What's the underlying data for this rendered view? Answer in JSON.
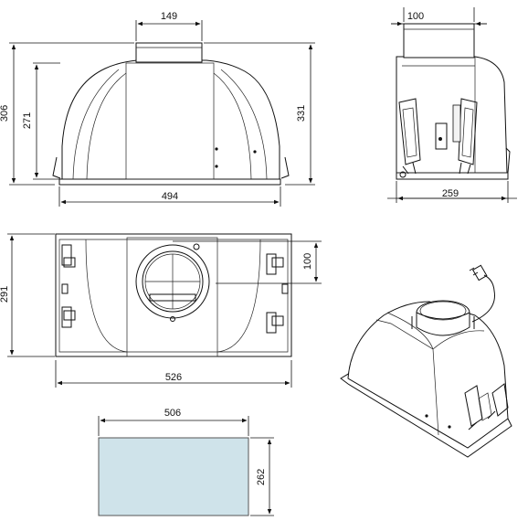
{
  "dimensions": {
    "front_collar_width": "149",
    "front_inner_height": "271",
    "front_total_height": "306",
    "front_right_height": "331",
    "front_base_width": "494",
    "side_collar_width": "100",
    "side_depth": "259",
    "top_offset": "100",
    "top_depth": "291",
    "top_width": "526",
    "cutout_width": "506",
    "cutout_height": "262"
  },
  "colors": {
    "line": "#111111",
    "cutout_fill": "#cfe3ea",
    "background": "#ffffff"
  }
}
